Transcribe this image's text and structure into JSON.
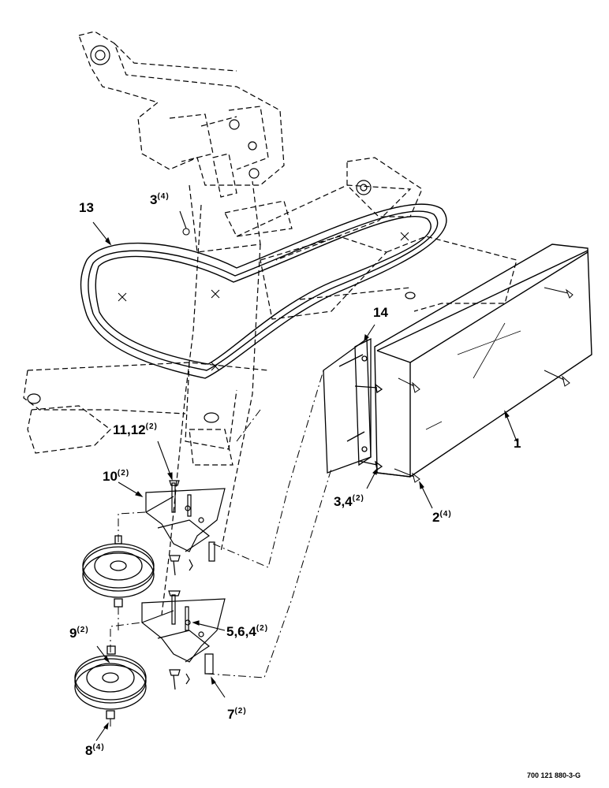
{
  "diagram": {
    "doc_code": "700 121 880-3-G",
    "callouts": [
      {
        "id": "c13",
        "num": "13",
        "qty": ""
      },
      {
        "id": "c3a",
        "num": "3",
        "qty": "(4)"
      },
      {
        "id": "c14",
        "num": "14",
        "qty": ""
      },
      {
        "id": "c1",
        "num": "1",
        "qty": ""
      },
      {
        "id": "c1112",
        "num": "11,12",
        "qty": "(2)"
      },
      {
        "id": "c10",
        "num": "10",
        "qty": "(2)"
      },
      {
        "id": "c34",
        "num": "3,4",
        "qty": "(2)"
      },
      {
        "id": "c2",
        "num": "2",
        "qty": "(4)"
      },
      {
        "id": "c564",
        "num": "5,6,4",
        "qty": "(2)"
      },
      {
        "id": "c9",
        "num": "9",
        "qty": "(2)"
      },
      {
        "id": "c7",
        "num": "7",
        "qty": "(2)"
      },
      {
        "id": "c8",
        "num": "8",
        "qty": "(4)"
      }
    ]
  }
}
